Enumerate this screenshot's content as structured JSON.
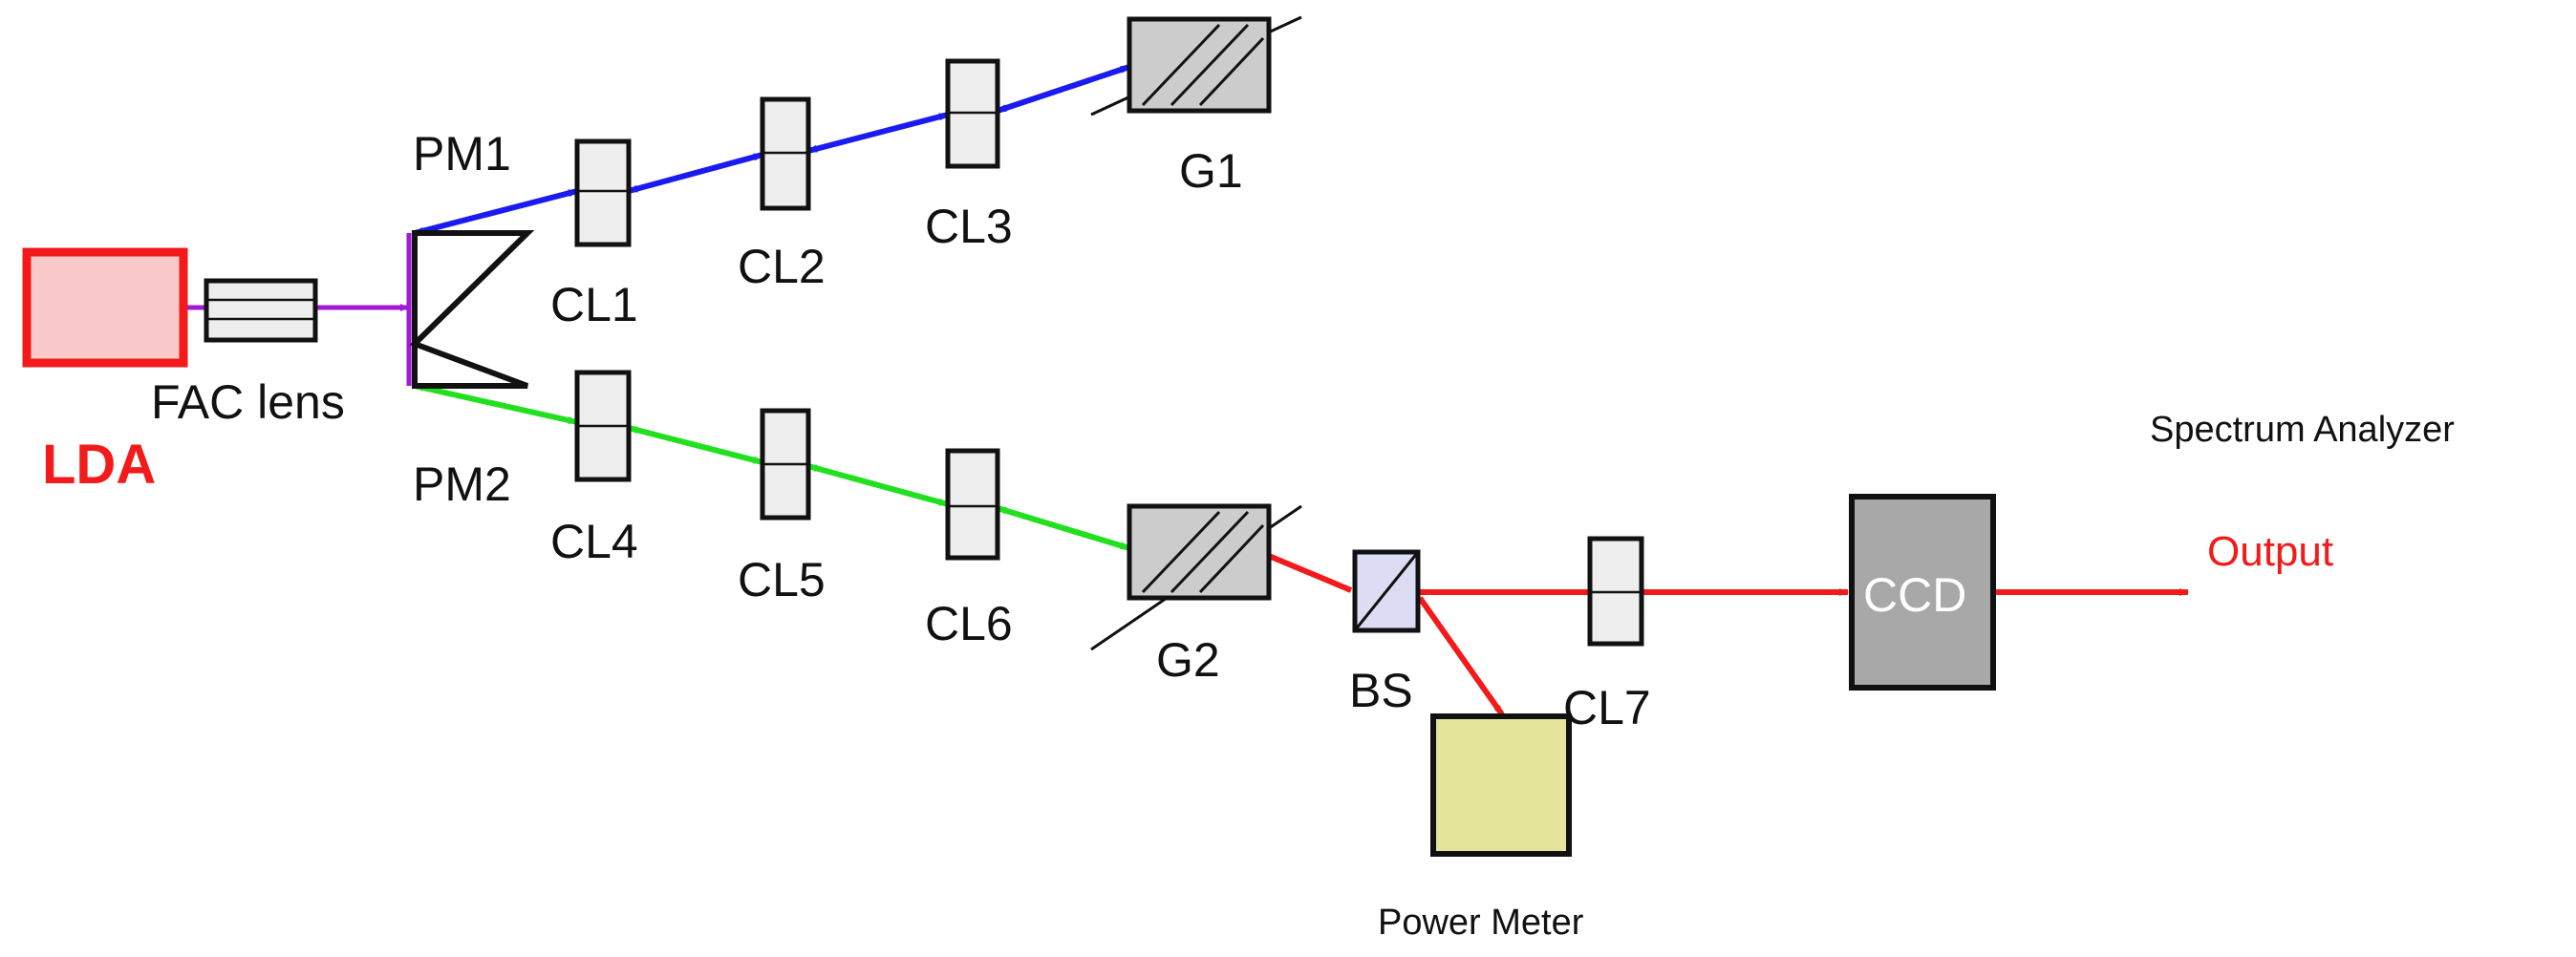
{
  "colors": {
    "blue_beam": "#1a1af2",
    "green_beam": "#22e01e",
    "red_beam": "#f21a1a",
    "violet_beam": "#a21ad6",
    "lda_fill": "#f9c8c8",
    "lda_border": "#f21a1a",
    "lens_fill": "#eeeeee",
    "grating_fill": "#cccccc",
    "bs_fill": "#dcdcf4",
    "power_meter_fill": "#e4e49a",
    "ccd_fill": "#a8a8a8",
    "outline": "#111111"
  },
  "labels": {
    "lda": "LDA",
    "fac_lens": "FAC lens",
    "pm1": "PM1",
    "pm2": "PM2",
    "cl1": "CL1",
    "cl2": "CL2",
    "cl3": "CL3",
    "cl4": "CL4",
    "cl5": "CL5",
    "cl6": "CL6",
    "cl7": "CL7",
    "g1": "G1",
    "g2": "G2",
    "bs": "BS",
    "power_meter": "Power Meter",
    "ccd": "CCD",
    "spectrum_analyzer": "Spectrum Analyzer",
    "output": "Output"
  },
  "icons": {
    "lda": "laser-diode-array-icon",
    "lens": "cylindrical-lens-icon",
    "prism_mirror": "prism-mirror-icon",
    "grating": "diffraction-grating-icon",
    "beam_splitter": "beam-splitter-icon",
    "detector": "power-meter-icon",
    "camera": "ccd-camera-icon"
  }
}
